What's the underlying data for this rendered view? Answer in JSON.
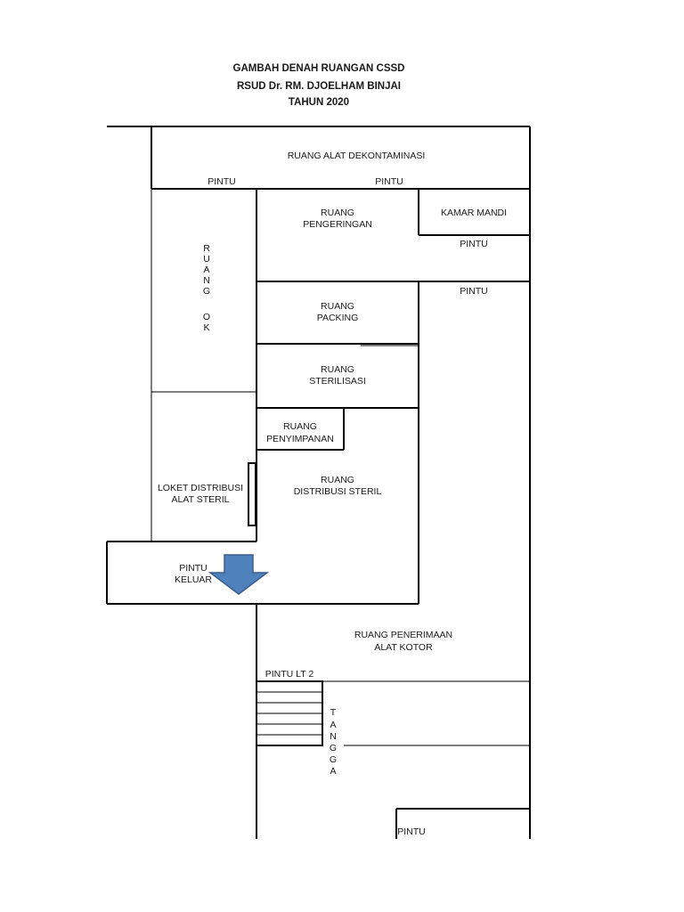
{
  "title": {
    "line1": "GAMBAH DENAH RUANGAN CSSD",
    "line2": "RSUD Dr. RM. DJOELHAM BINJAI",
    "line3": "TAHUN 2020"
  },
  "rooms": {
    "dekontaminasi": "RUANG ALAT DEKONTAMINASI",
    "pengeringan_1": "RUANG",
    "pengeringan_2": "PENGERINGAN",
    "kamar_mandi": "KAMAR MANDI",
    "ok_letters": [
      "R",
      "U",
      "A",
      "N",
      "G",
      "",
      "O",
      "K"
    ],
    "packing_1": "RUANG",
    "packing_2": "PACKING",
    "sterilisasi_1": "RUANG",
    "sterilisasi_2": "STERILISASI",
    "penyimpanan_1": "RUANG",
    "penyimpanan_2": "PENYIMPANAN",
    "distribusi_1": "RUANG",
    "distribusi_2": "DISTRIBUSI STERIL",
    "loket_1": "LOKET DISTRIBUSI",
    "loket_2": "ALAT STERIL",
    "penerimaan_1": "RUANG PENERIMAAN",
    "penerimaan_2": "ALAT KOTOR",
    "tangga_letters": [
      "T",
      "A",
      "N",
      "G",
      "G",
      "A"
    ]
  },
  "doors": {
    "pintu_left": "PINTU",
    "pintu_mid": "PINTU",
    "pintu_kamar_mandi": "PINTU",
    "pintu_right": "PINTU",
    "pintu_keluar_1": "PINTU",
    "pintu_keluar_2": "KELUAR",
    "pintu_lt2": "PINTU LT 2",
    "pintu_bottom": "PINTU"
  },
  "colors": {
    "arrow_fill": "#4f81bd",
    "arrow_stroke": "#385d8a",
    "wall": "#000000"
  }
}
